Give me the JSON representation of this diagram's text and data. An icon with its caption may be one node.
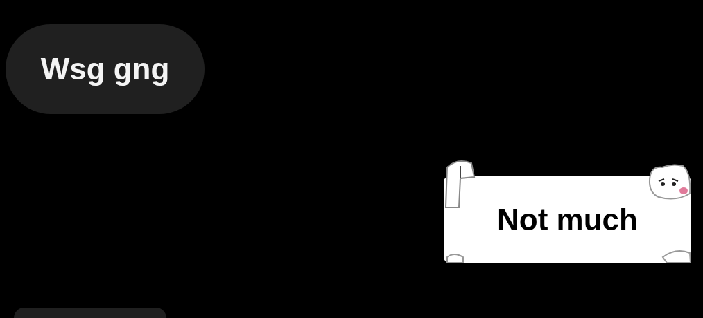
{
  "diagram": {
    "nodes": [
      {
        "text": [
          "Wsg gng"
        ]
      },
      {
        "text": [
          "Not much"
        ]
      },
      {
        "text": [],
        "shape": "box"
      }
    ]
  }
}
